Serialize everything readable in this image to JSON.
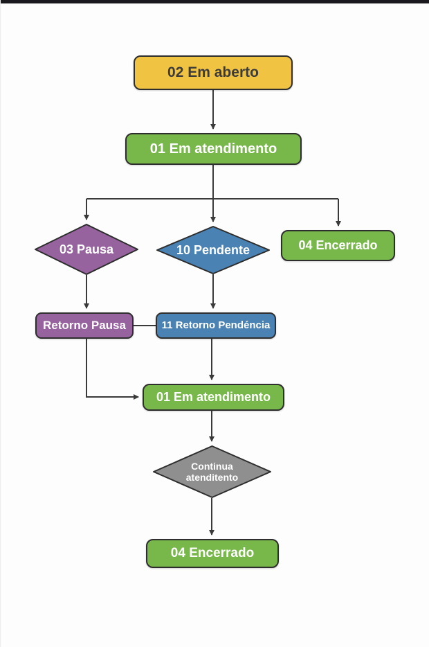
{
  "page": {
    "background": "#fdfdfd",
    "letterbox_color": "#1a1a1e"
  },
  "flowchart": {
    "connector_color": "#3a3a3a",
    "border_color": "#2e2e2e",
    "nodes": {
      "em_aberto": {
        "label": "02 Em aberto",
        "fill": "#F0C343",
        "text_color": "#3b3b3b",
        "shape": "rounded-rect"
      },
      "em_atendimento_1": {
        "label": "01 Em atendimento",
        "fill": "#78B84A",
        "text_color": "#ffffff",
        "shape": "rounded-rect"
      },
      "pausa": {
        "label": "03 Pausa",
        "fill": "#96639F",
        "text_color": "#ffffff",
        "shape": "diamond"
      },
      "pendente": {
        "label": "10 Pendente",
        "fill": "#4A82B4",
        "text_color": "#ffffff",
        "shape": "diamond"
      },
      "encerrado_1": {
        "label": "04 Encerrado",
        "fill": "#78B84A",
        "text_color": "#ffffff",
        "shape": "rounded-rect"
      },
      "retorno_pausa": {
        "label": "Retorno Pausa",
        "fill": "#96639F",
        "text_color": "#ffffff",
        "shape": "rounded-rect"
      },
      "retorno_pendencia": {
        "label": "11 Retorno Pendéncia",
        "fill": "#4A82B4",
        "text_color": "#ffffff",
        "shape": "rounded-rect"
      },
      "em_atendimento_2": {
        "label": "01 Em atendimento",
        "fill": "#78B84A",
        "text_color": "#ffffff",
        "shape": "rounded-rect"
      },
      "continua_atendimento": {
        "label": "Continua\natenditento",
        "fill": "#8F8F8F",
        "text_color": "#ffffff",
        "shape": "diamond"
      },
      "encerrado_2": {
        "label": "04 Encerrado",
        "fill": "#78B84A",
        "text_color": "#ffffff",
        "shape": "rounded-rect"
      }
    }
  }
}
